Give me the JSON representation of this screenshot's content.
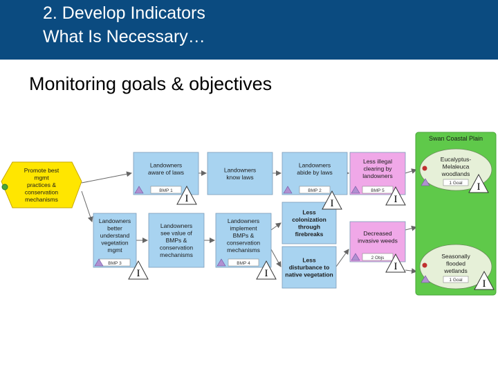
{
  "header": {
    "line1": "2.  Develop Indicators",
    "line2": "What Is Necessary…"
  },
  "subtitle": "Monitoring goals & objectives",
  "colors": {
    "header_bg": "#0b4b80",
    "strategy": "#a8d3f0",
    "result": "#a8d3f0",
    "threat": "#f0a8e8",
    "target_area": "#5fc94a",
    "target": "#e6f0d8",
    "strategy_hex": "#ffe600"
  },
  "diagram": {
    "strategy": {
      "lines": [
        "Promote best",
        "mgmt",
        "practices &",
        "conservation",
        "mechanisms"
      ]
    },
    "scope": {
      "label": "Swan Coastal Plain"
    },
    "boxes": [
      {
        "id": "aware",
        "lines": [
          "Landowners",
          "aware of laws"
        ],
        "tag": "BMP 1"
      },
      {
        "id": "know",
        "lines": [
          "Landowners",
          "know laws"
        ],
        "tag": ""
      },
      {
        "id": "abide",
        "lines": [
          "Landowners",
          "abide by laws"
        ],
        "tag": "BMP 2"
      },
      {
        "id": "clearing",
        "lines": [
          "Less illegal",
          "clearing by",
          "landowners"
        ],
        "tag": "BMP 5"
      },
      {
        "id": "understand",
        "lines": [
          "Landowners",
          "better",
          "understand",
          "vegetation",
          "mgmt"
        ],
        "tag": "BMP 3"
      },
      {
        "id": "seevalue",
        "lines": [
          "Landowners",
          "see value of",
          "BMPs &",
          "conservation",
          "mechanisms"
        ],
        "tag": ""
      },
      {
        "id": "implement",
        "lines": [
          "Landowners",
          "implement",
          "BMPs &",
          "conservation",
          "mechanisms"
        ],
        "tag": "BMP 4"
      },
      {
        "id": "firebreaks",
        "lines": [
          "Less",
          "colonization",
          "through",
          "firebreaks"
        ],
        "tag": ""
      },
      {
        "id": "weeds",
        "lines": [
          "Decreased",
          "invasive weeds"
        ],
        "tag": "2 Objs"
      },
      {
        "id": "disturb",
        "lines": [
          "Less",
          "disturbance to",
          "native vegetation"
        ],
        "tag": ""
      }
    ],
    "targets": [
      {
        "id": "woodlands",
        "lines": [
          "Eucalyptus-",
          "Melaleuca",
          "woodlands"
        ],
        "tag": "1 Goal"
      },
      {
        "id": "wetlands",
        "lines": [
          "Seasonally",
          "flooded",
          "wetlands"
        ],
        "tag": "1 Goal"
      }
    ],
    "indicator_symbol": "I"
  }
}
